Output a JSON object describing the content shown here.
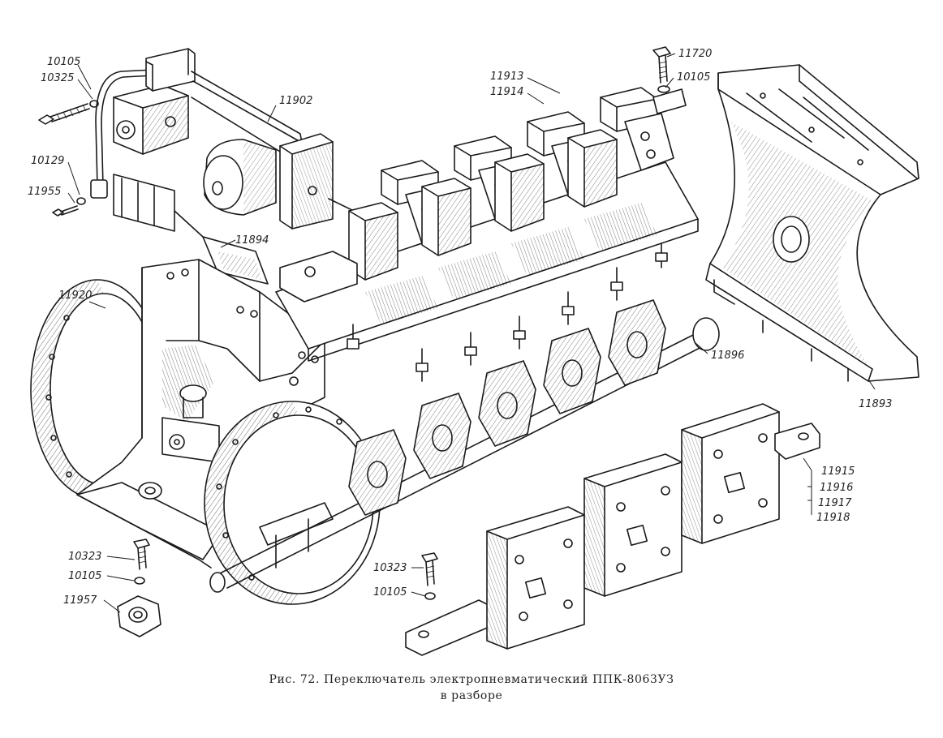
{
  "caption": {
    "line1": "Рис. 72. Переключатель электропневматический ППК-8063УЗ",
    "line2": "в разборе"
  },
  "labels": [
    {
      "id": "l-10105-a",
      "text": "10105"
    },
    {
      "id": "l-10325",
      "text": "10325"
    },
    {
      "id": "l-10129",
      "text": "10129"
    },
    {
      "id": "l-11955",
      "text": "11955"
    },
    {
      "id": "l-11902",
      "text": "11902"
    },
    {
      "id": "l-11894",
      "text": "11894"
    },
    {
      "id": "l-11920",
      "text": "11920"
    },
    {
      "id": "l-11913",
      "text": "11913"
    },
    {
      "id": "l-11914",
      "text": "11914"
    },
    {
      "id": "l-11720",
      "text": "11720"
    },
    {
      "id": "l-10105-b",
      "text": "10105"
    },
    {
      "id": "l-11896",
      "text": "11896"
    },
    {
      "id": "l-11893",
      "text": "11893"
    },
    {
      "id": "l-11915",
      "text": "11915"
    },
    {
      "id": "l-11916",
      "text": "11916"
    },
    {
      "id": "l-11917",
      "text": "11917"
    },
    {
      "id": "l-11918",
      "text": "11918"
    },
    {
      "id": "l-10323-a",
      "text": "10323"
    },
    {
      "id": "l-10105-c",
      "text": "10105"
    },
    {
      "id": "l-11957",
      "text": "11957"
    },
    {
      "id": "l-10323-b",
      "text": "10323"
    },
    {
      "id": "l-10105-d",
      "text": "10105"
    }
  ]
}
